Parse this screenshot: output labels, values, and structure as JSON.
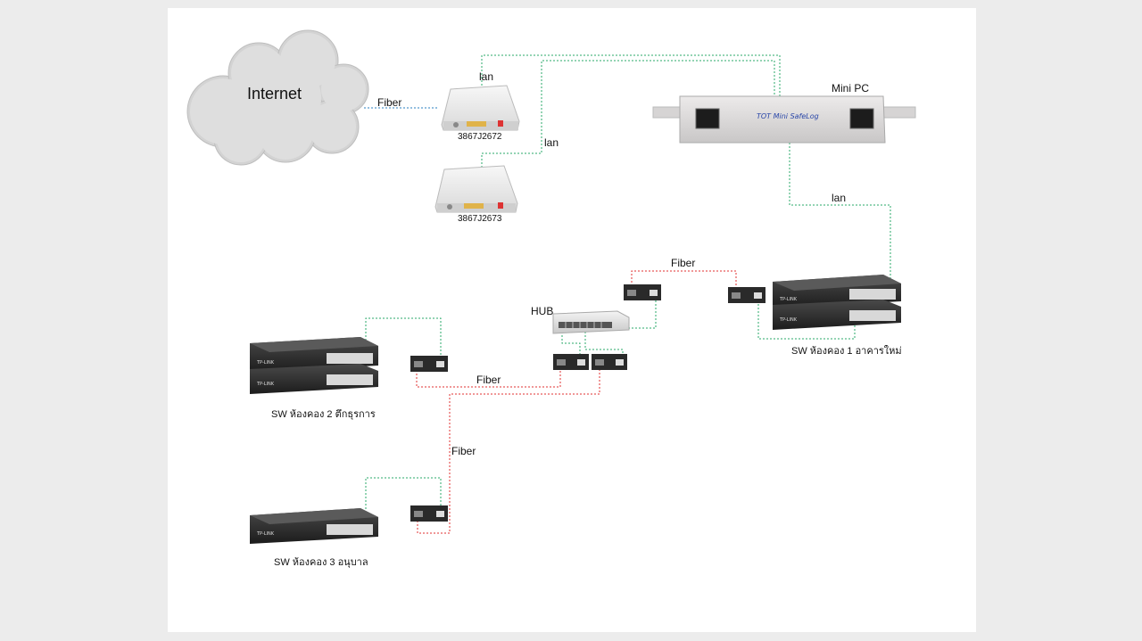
{
  "diagram": {
    "internet_label": "Internet",
    "onu1_label": "3867J2672",
    "onu2_label": "3867J2673",
    "minipc_label": "Mini PC",
    "minipc_brand": "TOT Mini SafeLog",
    "hub_label": "HUB",
    "sw1_label": "SW ห้องคอง 1 อาคารใหม่",
    "sw2_label": "SW ห้องคอง 2 ตึกธุรการ",
    "sw3_label": "SW ห้องคอง 3 อนุบาล",
    "switch_brand": "TP-LINK",
    "link_labels": {
      "fiber_internet": "Fiber",
      "lan_top": "lan",
      "lan_mid": "lan",
      "lan_minipc": "lan",
      "fiber_top": "Fiber",
      "fiber_mid": "Fiber",
      "fiber_low": "Fiber"
    },
    "colors": {
      "lan": "#2aa86a",
      "fiber": "#e03030",
      "internet_link": "#2a7fc1"
    }
  }
}
